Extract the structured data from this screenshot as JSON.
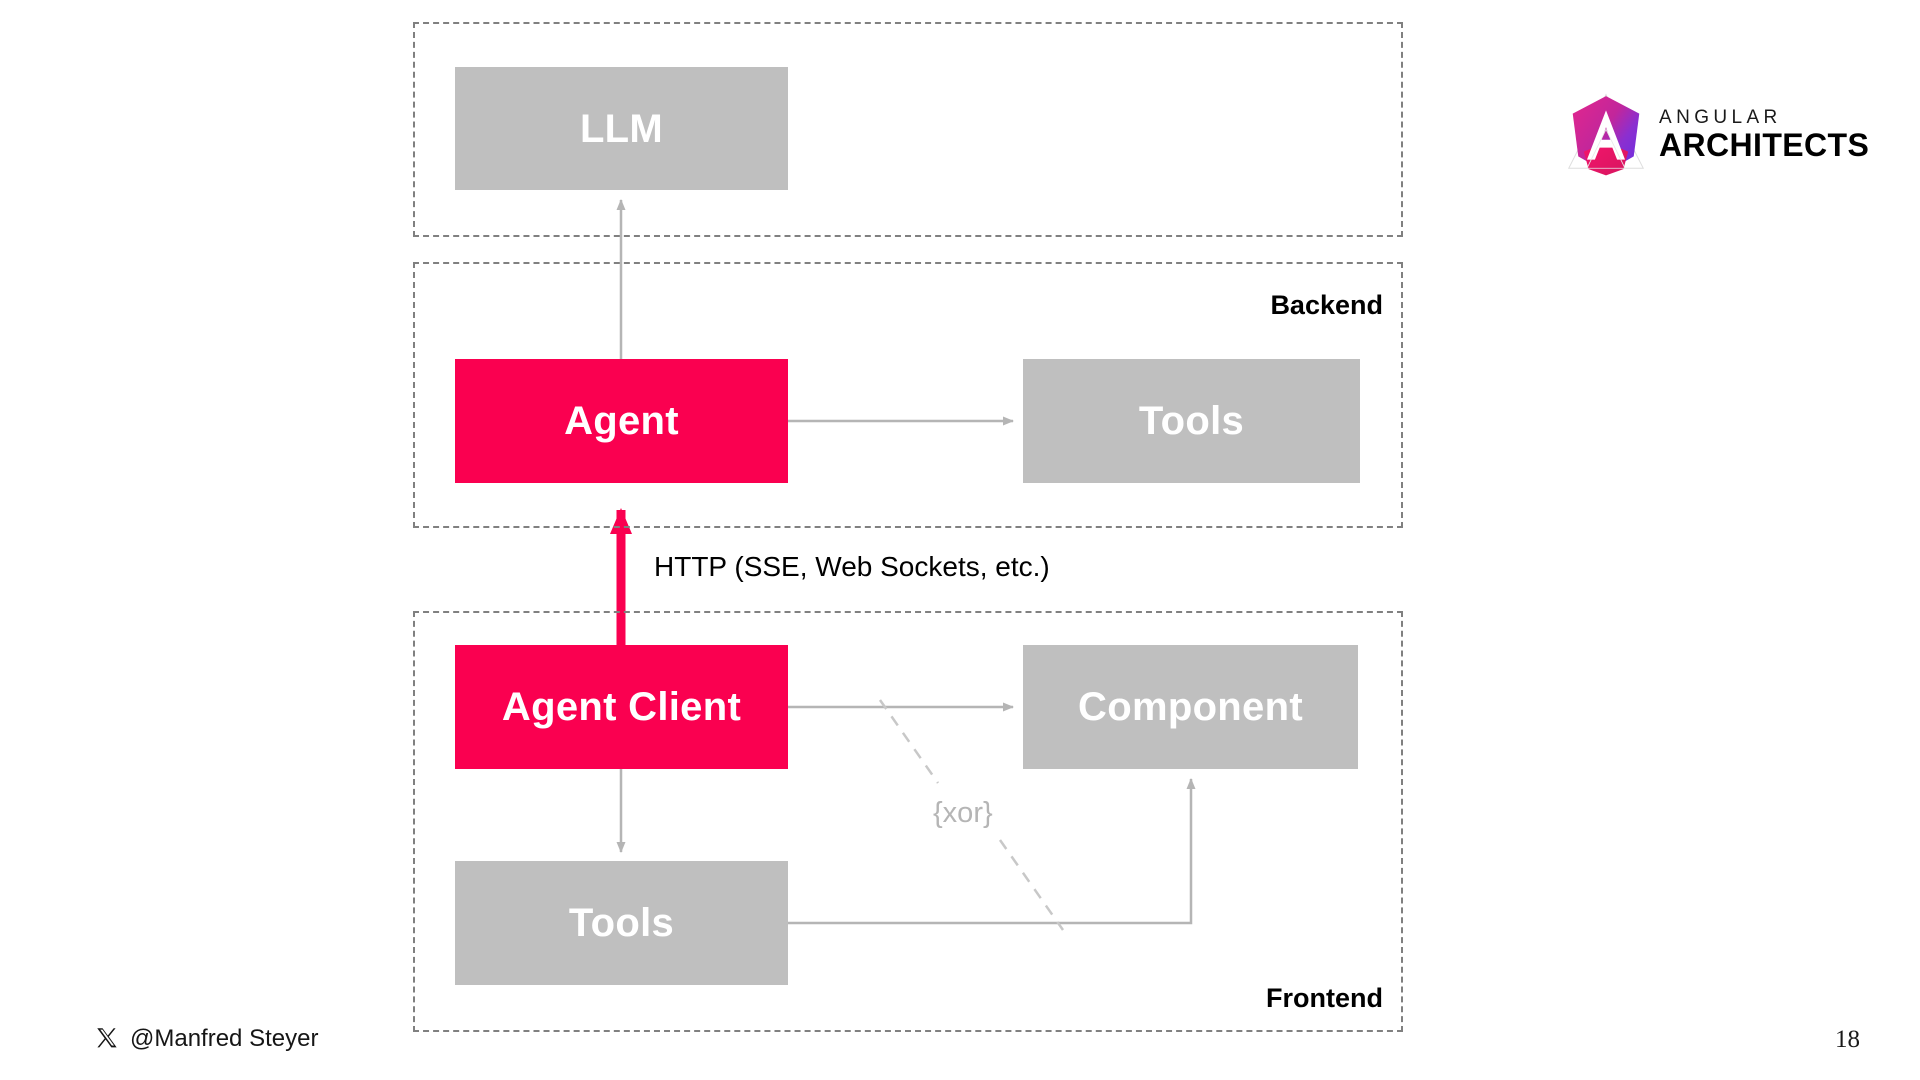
{
  "slide": {
    "page_number": "18",
    "background_color": "#ffffff"
  },
  "colors": {
    "accent_pink": "#fa0050",
    "node_gray": "#bfbfbf",
    "connector_gray": "#b5b5b5",
    "dashed_border": "#808080",
    "text_dark": "#000000"
  },
  "diagram": {
    "groups": [
      {
        "id": "llm-group",
        "label": ""
      },
      {
        "id": "backend-group",
        "label": "Backend"
      },
      {
        "id": "frontend-group",
        "label": "Frontend"
      }
    ],
    "nodes": [
      {
        "id": "llm",
        "label": "LLM",
        "style": "gray",
        "group": "llm-group"
      },
      {
        "id": "agent",
        "label": "Agent",
        "style": "pink",
        "group": "backend-group"
      },
      {
        "id": "tools-backend",
        "label": "Tools",
        "style": "gray",
        "group": "backend-group"
      },
      {
        "id": "agent-client",
        "label": "Agent Client",
        "style": "pink",
        "group": "frontend-group"
      },
      {
        "id": "component",
        "label": "Component",
        "style": "gray",
        "group": "frontend-group"
      },
      {
        "id": "tools-frontend",
        "label": "Tools",
        "style": "gray",
        "group": "frontend-group"
      }
    ],
    "edges": [
      {
        "from": "agent",
        "to": "llm",
        "label": "",
        "style": "gray-arrow"
      },
      {
        "from": "agent",
        "to": "tools-backend",
        "label": "",
        "style": "gray-arrow"
      },
      {
        "from": "agent-client",
        "to": "agent",
        "label": "HTTP (SSE, Web Sockets, etc.)",
        "style": "pink-arrow"
      },
      {
        "from": "agent-client",
        "to": "component",
        "label": "",
        "style": "gray-arrow"
      },
      {
        "from": "agent-client",
        "to": "tools-frontend",
        "label": "",
        "style": "gray-arrow"
      },
      {
        "from": "tools-frontend",
        "to": "component",
        "label": "",
        "style": "gray-elbow-arrow"
      }
    ],
    "constraint": {
      "label": "{xor}",
      "style": "dashed-diagonal"
    }
  },
  "logo": {
    "line1": "ANGULAR",
    "line2": "ARCHITECTS",
    "mark_name": "angular-shield-icon"
  },
  "footer": {
    "social_icon": "x-twitter-icon",
    "handle": "@Manfred Steyer",
    "page_number": "18"
  }
}
